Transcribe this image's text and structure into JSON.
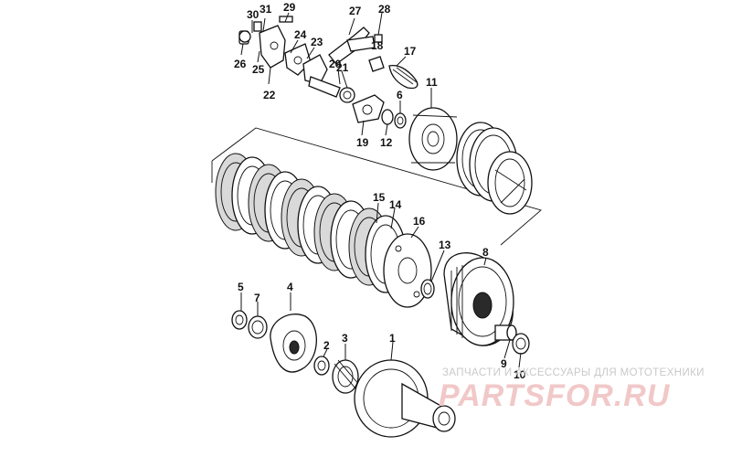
{
  "callouts": {
    "c1": "1",
    "c2": "2",
    "c3": "3",
    "c4": "4",
    "c5": "5",
    "c6": "6",
    "c7": "7",
    "c8": "8",
    "c9": "9",
    "c10": "10",
    "c11": "11",
    "c12": "12",
    "c13": "13",
    "c14": "14",
    "c15": "15",
    "c16": "16",
    "c17": "17",
    "c18": "18",
    "c19": "19",
    "c20": "20",
    "c21": "21",
    "c22": "22",
    "c23": "23",
    "c24": "24",
    "c25": "25",
    "c26": "26",
    "c27": "27",
    "c28": "28",
    "c29": "29",
    "c30": "30",
    "c31": "31"
  },
  "watermark": {
    "caption": "ЗАПЧАСТИ И АКСЕССУАРЫ ДЛЯ МОТОТЕХНИКИ",
    "logo": "PARTSFOR.RU"
  }
}
